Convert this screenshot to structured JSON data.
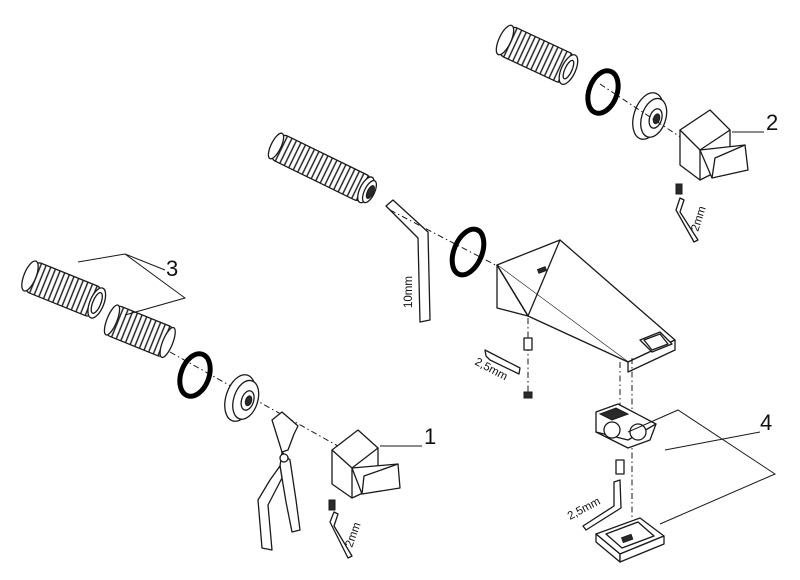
{
  "callouts": {
    "one": "1",
    "two": "2",
    "three": "3",
    "four": "4"
  },
  "dimensions": {
    "hex_10mm": "10mm",
    "hex_2mm_top": "2mm",
    "hex_2mm_bottom": "2mm",
    "hex_2_5mm_spout": "2,5mm",
    "hex_2_5mm_clip": "2,5mm"
  }
}
